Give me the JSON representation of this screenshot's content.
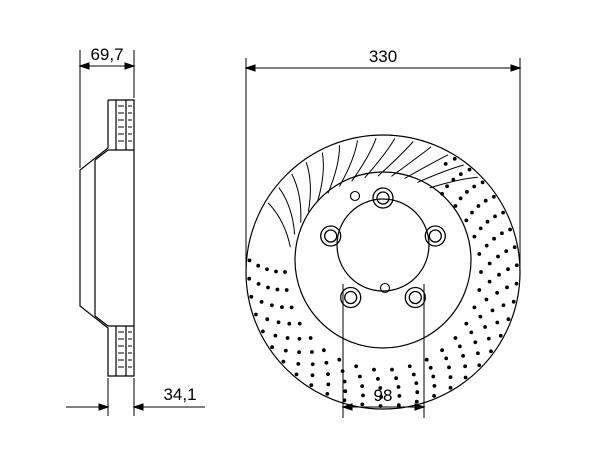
{
  "dimensions": {
    "total_thickness": "69,7",
    "disc_diameter": "330",
    "hub_thickness": "34,1",
    "bolt_circle_width": "98"
  },
  "colors": {
    "line": "#000000",
    "background": "#ffffff"
  }
}
